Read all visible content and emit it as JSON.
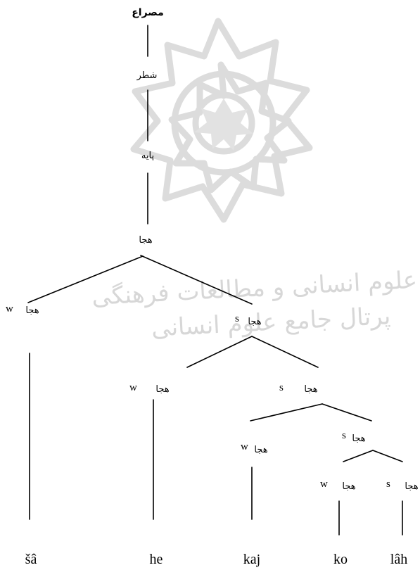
{
  "watermark": {
    "line1": "پژوهشگاه علوم انسانی و مطالعات فرهنگی",
    "line2": "پرتال جامع علوم انسانی"
  },
  "tree": {
    "root": "مصراع",
    "hemistich": "شطر",
    "foot": "پایه",
    "syllable": "هجا",
    "nodes": [
      {
        "label": "هجا",
        "mark": "w"
      },
      {
        "label": "هجا",
        "mark": "s"
      },
      {
        "label": "هجا",
        "mark": "w"
      },
      {
        "label": "هجا",
        "mark": "s"
      },
      {
        "label": "هجا",
        "mark": "w"
      },
      {
        "label": "هجا",
        "mark": "s"
      },
      {
        "label": "هجا",
        "mark": "w"
      },
      {
        "label": "هجا",
        "mark": "s"
      }
    ],
    "leaves": [
      "šâ",
      "he",
      "kaj",
      "ko",
      "lâh"
    ]
  }
}
